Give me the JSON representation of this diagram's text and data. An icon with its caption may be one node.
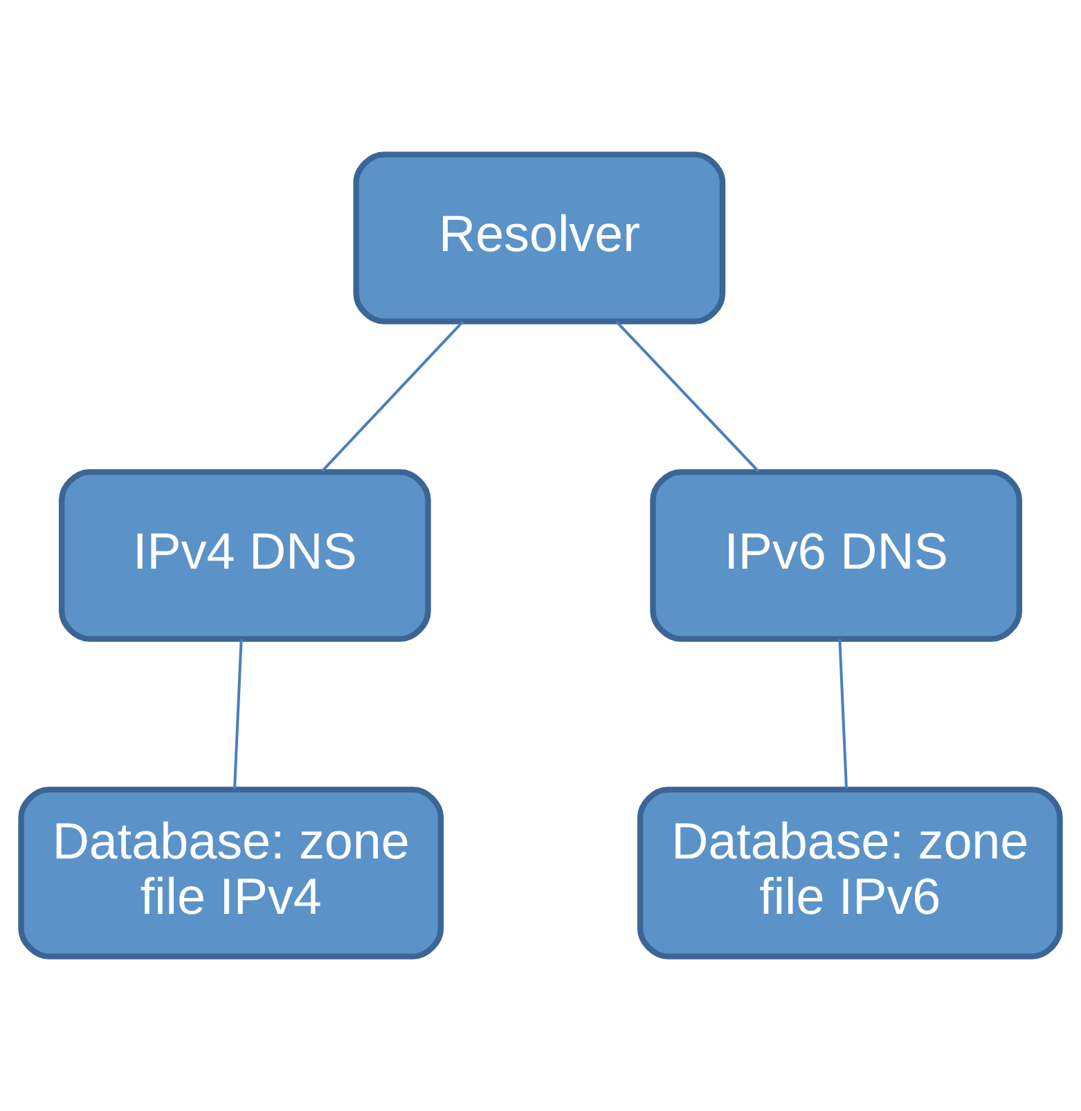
{
  "diagram": {
    "nodes": [
      {
        "text": [
          "Resolver"
        ]
      },
      {
        "text": [
          "IPv4 DNS"
        ]
      },
      {
        "text": [
          "IPv6 DNS"
        ]
      },
      {
        "text": [
          "Database: zone file IPv4"
        ]
      },
      {
        "text": [
          "Database: zone file IPv6"
        ]
      }
    ],
    "edges": [
      {
        "from": 0,
        "to": 1,
        "arrow": "none"
      },
      {
        "from": 0,
        "to": 2,
        "arrow": "none"
      },
      {
        "from": 1,
        "to": 3,
        "arrow": "none"
      },
      {
        "from": 2,
        "to": 4,
        "arrow": "none"
      }
    ]
  }
}
